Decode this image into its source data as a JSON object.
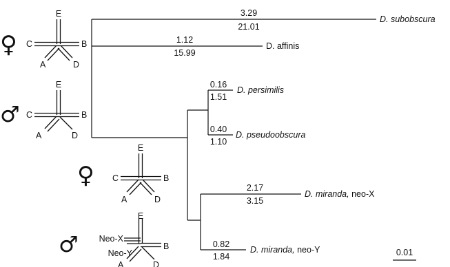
{
  "tree": {
    "leaves": [
      {
        "species": "D. subobscura",
        "suffix": "",
        "upper": "3.29",
        "lower": "21.01"
      },
      {
        "species": "D. affinis",
        "suffix": "",
        "upper": "1.12",
        "lower": "15.99"
      },
      {
        "species": "D. persimilis",
        "suffix": "",
        "upper": "0.16",
        "lower": "1.51"
      },
      {
        "species": "D. pseudoobscura",
        "suffix": "",
        "upper": "0.40",
        "lower": "1.10"
      },
      {
        "species": "D. miranda,",
        "suffix": " neo-X",
        "upper": "2.17",
        "lower": "3.15"
      },
      {
        "species": "D. miranda,",
        "suffix": " neo-Y",
        "upper": "0.82",
        "lower": "1.84"
      }
    ],
    "scale_bar": "0.01"
  },
  "karyotypes": [
    {
      "sex_symbol": "♀",
      "sex": "female",
      "arms": {
        "top": "E",
        "left": "C",
        "right": "B",
        "bottom_left": "A",
        "bottom_right": "D"
      }
    },
    {
      "sex_symbol": "♂",
      "sex": "male",
      "arms": {
        "top": "E",
        "left": "C",
        "right": "B",
        "bottom_left": "A",
        "bottom_right": "D"
      }
    },
    {
      "sex_symbol": "♀",
      "sex": "female",
      "arms": {
        "top": "E",
        "left": "C",
        "right": "B",
        "bottom_left": "A",
        "bottom_right": "D"
      }
    },
    {
      "sex_symbol": "♂",
      "sex": "male",
      "arms": {
        "top": "E",
        "left_upper": "Neo-X",
        "left_lower": "Neo-Y",
        "right": "B",
        "bottom_left": "A",
        "bottom_right": "D"
      }
    }
  ]
}
